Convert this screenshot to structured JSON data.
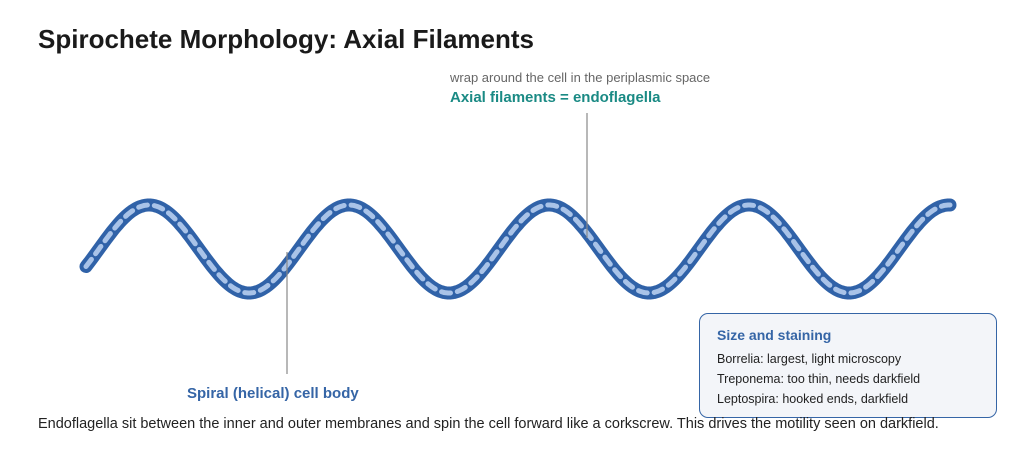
{
  "title": "Spirochete Morphology: Axial Filaments",
  "annotations": {
    "axial_filaments": {
      "subtitle": "wrap around the cell in the periplasmic space",
      "label": "Axial filaments = endoflagella"
    },
    "cell_body": {
      "label": "Spiral (helical) cell body"
    }
  },
  "info_box": {
    "title": "Size and staining",
    "lines": [
      "Borrelia: largest, light microscopy",
      "Treponema: too thin, needs darkfield",
      "Leptospira: hooked ends, darkfield"
    ]
  },
  "caption": "Endoflagella sit between the inner and outer membranes and spin the cell forward like a corkscrew. This drives the motility seen on darkfield.",
  "colors": {
    "cell_body": "#3062a8",
    "filament": "#a9c3e8",
    "axial_label": "#1a8a84",
    "body_label": "#3565a6",
    "leader_line": "#888888",
    "box_border": "#3565a6",
    "box_fill": "#f3f5f9"
  }
}
